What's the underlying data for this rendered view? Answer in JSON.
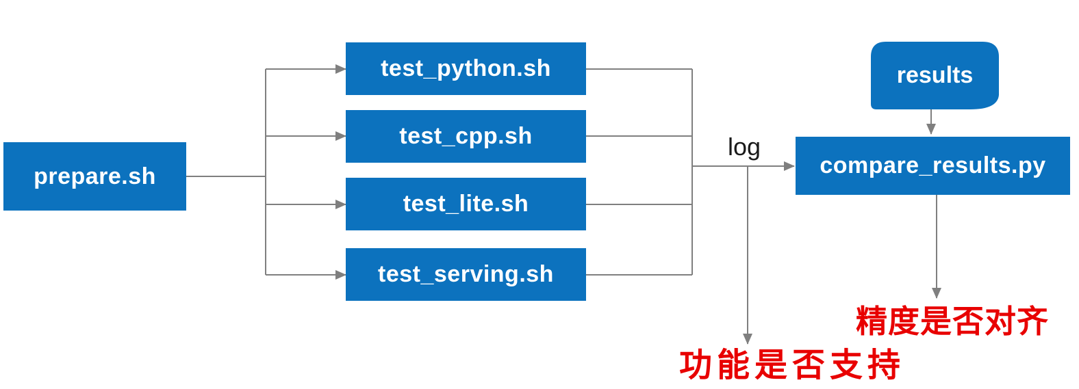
{
  "diagram": {
    "nodes": {
      "prepare": {
        "label": "prepare.sh",
        "shape": "rectangle"
      },
      "test_python": {
        "label": "test_python.sh",
        "shape": "rectangle"
      },
      "test_cpp": {
        "label": "test_cpp.sh",
        "shape": "rectangle"
      },
      "test_lite": {
        "label": "test_lite.sh",
        "shape": "rectangle"
      },
      "test_serving": {
        "label": "test_serving.sh",
        "shape": "rectangle"
      },
      "results": {
        "label": "results",
        "shape": "rounded-rectangle"
      },
      "compare": {
        "label": "compare_results.py",
        "shape": "rectangle"
      }
    },
    "edge_labels": {
      "log": "log"
    },
    "outcome_labels": {
      "function_support": "功能是否支持",
      "accuracy_align": "精度是否对齐"
    }
  },
  "colors": {
    "node_fill": "#0C72BE",
    "node_text": "#FFFFFF",
    "connector": "#7F7F7F",
    "edge_label_text": "#1A1A1A",
    "outcome_text": "#E80000",
    "background": "#FFFFFF"
  }
}
